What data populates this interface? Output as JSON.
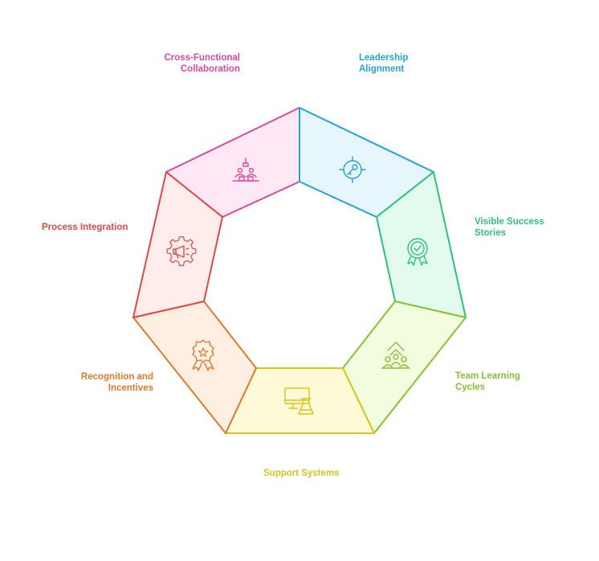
{
  "segments": [
    {
      "id": "cross",
      "lines": [
        "Cross-Functional",
        "Collaboration"
      ],
      "color": "#E0479E",
      "fill": "#FDE8F4",
      "icon": "team-meeting-icon"
    },
    {
      "id": "leader",
      "lines": [
        "Leadership",
        "Alignment"
      ],
      "color": "#1FA7D6",
      "fill": "#E6F6FC",
      "icon": "target-key-icon"
    },
    {
      "id": "visible",
      "lines": [
        "Visible Success",
        "Stories"
      ],
      "color": "#2EC27E",
      "fill": "#E3FBEF",
      "icon": "badge-check-icon"
    },
    {
      "id": "team",
      "lines": [
        "Team Learning",
        "Cycles"
      ],
      "color": "#86C232",
      "fill": "#F2FCDF",
      "icon": "team-growth-icon"
    },
    {
      "id": "support",
      "lines": [
        "Support Systems"
      ],
      "color": "#D9C61A",
      "fill": "#FEF9D6",
      "icon": "computer-lab-icon"
    },
    {
      "id": "recog",
      "lines": [
        "Recognition and",
        "Incentives"
      ],
      "color": "#E07A2E",
      "fill": "#FFEFE3",
      "icon": "award-ribbon-icon"
    },
    {
      "id": "process",
      "lines": [
        "Process Integration"
      ],
      "color": "#E04848",
      "fill": "#FFEDEB",
      "icon": "gear-megaphone-icon"
    }
  ]
}
